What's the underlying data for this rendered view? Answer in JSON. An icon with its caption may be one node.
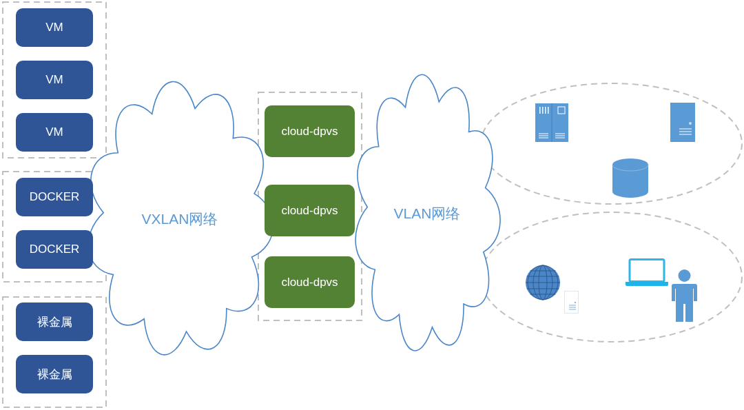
{
  "diagram": {
    "nodes": [
      {
        "text": [],
        "shape": "box"
      },
      {
        "text": [
          "VM"
        ],
        "in": 0
      },
      {
        "text": [
          "VM"
        ],
        "in": 0
      },
      {
        "text": [
          "VM"
        ],
        "in": 0
      },
      {
        "text": [],
        "shape": "box"
      },
      {
        "text": [
          "DOCKER"
        ],
        "in": 4
      },
      {
        "text": [
          "DOCKER"
        ],
        "in": 4
      },
      {
        "text": [],
        "shape": "box"
      },
      {
        "text": [
          "裸金属"
        ],
        "in": 7
      },
      {
        "text": [
          "裸金属"
        ],
        "in": 7
      },
      {
        "text": [
          "VXLAN网络"
        ]
      },
      {
        "text": [],
        "shape": "box"
      },
      {
        "text": [
          "cloud-dpvs"
        ],
        "in": 11
      },
      {
        "text": [
          "cloud-dpvs"
        ],
        "in": 11
      },
      {
        "text": [
          "cloud-dpvs"
        ],
        "in": 11
      },
      {
        "text": [
          "VLAN网络"
        ]
      },
      {
        "text": [],
        "shape": "ellipse"
      },
      {
        "text": [],
        "shape": "ellipse"
      }
    ],
    "edges": []
  }
}
